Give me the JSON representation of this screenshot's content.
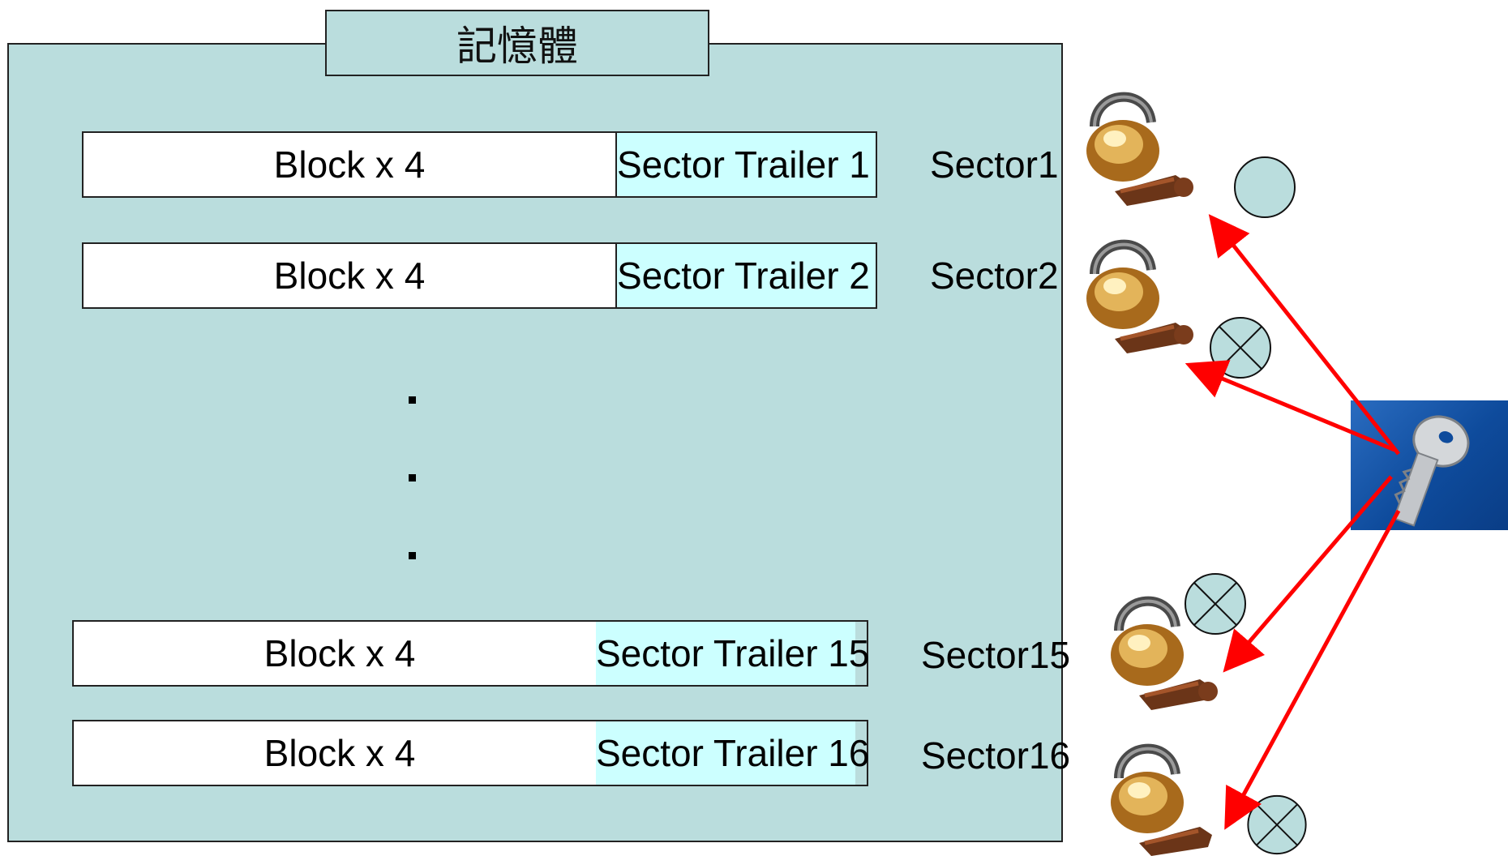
{
  "memory": {
    "title": "記憶體"
  },
  "sectors": [
    {
      "block_label": "Block x 4",
      "trailer_label": "Sector Trailer 1",
      "sector_label": "Sector1",
      "access": "allowed"
    },
    {
      "block_label": "Block x 4",
      "trailer_label": "Sector Trailer 2",
      "sector_label": "Sector2",
      "access": "denied"
    },
    {
      "block_label": "Block x 4",
      "trailer_label": "Sector Trailer 15",
      "sector_label": "Sector15",
      "access": "denied"
    },
    {
      "block_label": "Block x 4",
      "trailer_label": "Sector Trailer 16",
      "sector_label": "Sector16",
      "access": "denied"
    }
  ],
  "ellipsis": ".  .  .",
  "icons": {
    "lock": "padlock-with-keys-icon",
    "master_key": "key-icon",
    "allowed": "circle-icon",
    "denied": "crossed-circle-icon"
  },
  "colors": {
    "panel": "#badddd",
    "trailer": "#ccffff",
    "block": "#ffffff",
    "arrow": "#ff0000",
    "key_card": "#0e4b9c"
  }
}
